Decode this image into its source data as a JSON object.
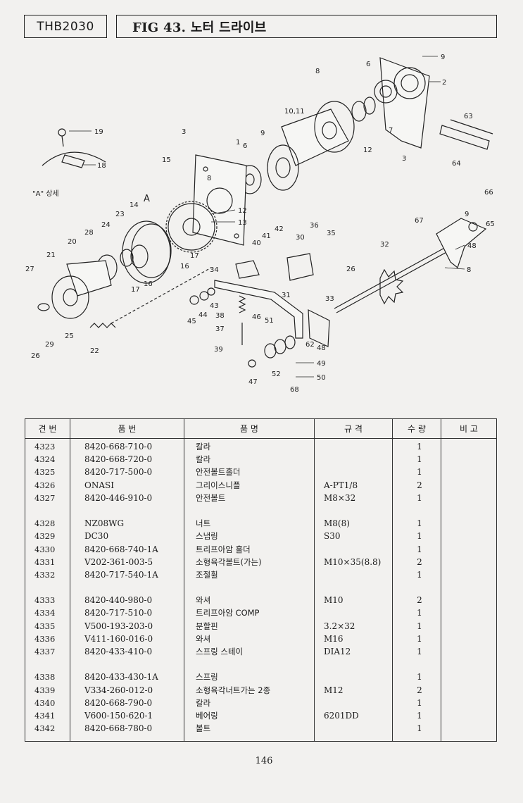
{
  "header": {
    "model": "THB2030",
    "title": "FIG 43. 노터 드라이브"
  },
  "diagram": {
    "detail_caption": "\"A\" 상세",
    "view_marker": "A",
    "callouts": [
      "1",
      "2",
      "3",
      "3",
      "6",
      "6",
      "7",
      "8",
      "8",
      "8",
      "9",
      "9",
      "9",
      "10,11",
      "12",
      "12",
      "13",
      "14",
      "15",
      "16",
      "16",
      "17",
      "17",
      "18",
      "19",
      "20",
      "21",
      "22",
      "23",
      "24",
      "25",
      "26",
      "26",
      "27",
      "28",
      "29",
      "30",
      "31",
      "32",
      "33",
      "34",
      "35",
      "36",
      "37",
      "38",
      "39",
      "40",
      "41",
      "42",
      "43",
      "44",
      "45",
      "46",
      "47",
      "48",
      "48",
      "49",
      "50",
      "51",
      "52",
      "62",
      "63",
      "64",
      "65",
      "66",
      "67",
      "68"
    ]
  },
  "table": {
    "headers": [
      "견 번",
      "품 번",
      "품 명",
      "규 격",
      "수 량",
      "비 고"
    ],
    "rows": [
      {
        "no": "4323",
        "part": "8420-668-710-0",
        "name": "칼라",
        "spec": "",
        "qty": "1"
      },
      {
        "no": "4324",
        "part": "8420-668-720-0",
        "name": "칼라",
        "spec": "",
        "qty": "1"
      },
      {
        "no": "4325",
        "part": "8420-717-500-0",
        "name": "안전볼트홀더",
        "spec": "",
        "qty": "1"
      },
      {
        "no": "4326",
        "part": "ONASI",
        "name": "그리이스니플",
        "spec": "A-PT1/8",
        "qty": "2"
      },
      {
        "no": "4327",
        "part": "8420-446-910-0",
        "name": "안전볼트",
        "spec": "M8×32",
        "qty": "1"
      },
      {
        "no": "4328",
        "part": "NZ08WG",
        "name": "너트",
        "spec": "M8(8)",
        "qty": "1"
      },
      {
        "no": "4329",
        "part": "DC30",
        "name": "스냅링",
        "spec": "S30",
        "qty": "1"
      },
      {
        "no": "4330",
        "part": "8420-668-740-1A",
        "name": "트리프아암 홀더",
        "spec": "",
        "qty": "1"
      },
      {
        "no": "4331",
        "part": "V202-361-003-5",
        "name": "소형육각볼트(가는)",
        "spec": "M10×35(8.8)",
        "qty": "2"
      },
      {
        "no": "4332",
        "part": "8420-717-540-1A",
        "name": "조절휠",
        "spec": "",
        "qty": "1"
      },
      {
        "no": "4333",
        "part": "8420-440-980-0",
        "name": "와셔",
        "spec": "M10",
        "qty": "2"
      },
      {
        "no": "4334",
        "part": "8420-717-510-0",
        "name": "트리프아암 COMP",
        "spec": "",
        "qty": "1"
      },
      {
        "no": "4335",
        "part": "V500-193-203-0",
        "name": "분할핀",
        "spec": "3.2×32",
        "qty": "1"
      },
      {
        "no": "4336",
        "part": "V411-160-016-0",
        "name": "와셔",
        "spec": "M16",
        "qty": "1"
      },
      {
        "no": "4337",
        "part": "8420-433-410-0",
        "name": "스프링 스테이",
        "spec": "DIA12",
        "qty": "1"
      },
      {
        "no": "4338",
        "part": "8420-433-430-1A",
        "name": "스프링",
        "spec": "",
        "qty": "1"
      },
      {
        "no": "4339",
        "part": "V334-260-012-0",
        "name": "소형육각너트가는 2종",
        "spec": "M12",
        "qty": "2"
      },
      {
        "no": "4340",
        "part": "8420-668-790-0",
        "name": "칼라",
        "spec": "",
        "qty": "1"
      },
      {
        "no": "4341",
        "part": "V600-150-620-1",
        "name": "베어링",
        "spec": "6201DD",
        "qty": "1"
      },
      {
        "no": "4342",
        "part": "8420-668-780-0",
        "name": "볼트",
        "spec": "",
        "qty": "1"
      }
    ]
  },
  "footer": {
    "page_number": "146"
  }
}
